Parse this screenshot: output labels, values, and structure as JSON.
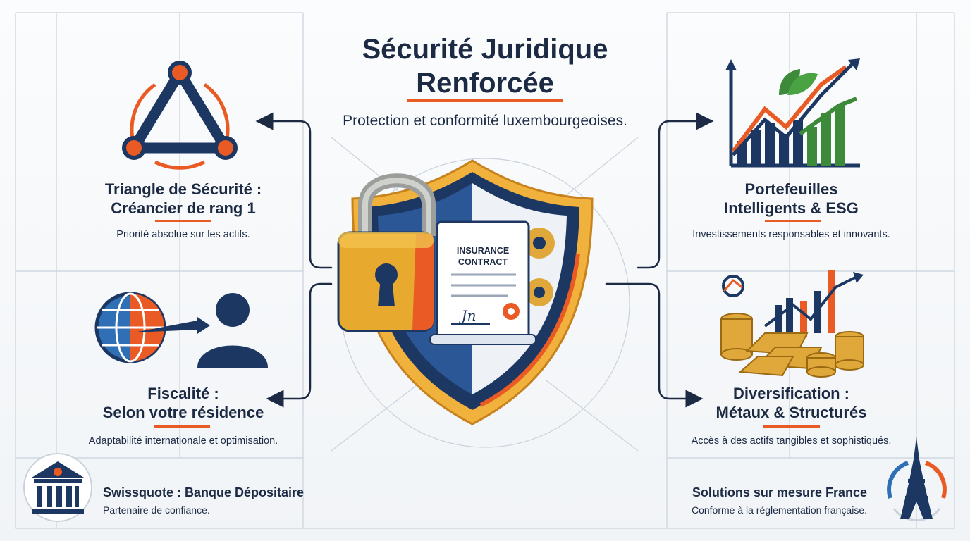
{
  "header": {
    "title_line1": "Sécurité Juridique",
    "title_line2": "Renforcée",
    "subtitle": "Protection et conformité luxembourgeoises."
  },
  "center": {
    "contract_line1": "INSURANCE",
    "contract_line2": "CONTRACT",
    "signature": "Jn"
  },
  "features": {
    "triangle": {
      "title_line1": "Triangle de Sécurité :",
      "title_line2": "Créancier de rang 1",
      "description": "Priorité absolue sur les actifs."
    },
    "fiscalite": {
      "title_line1": "Fiscalité :",
      "title_line2": "Selon votre résidence",
      "description": "Adaptabilité internationale et optimisation."
    },
    "portefeuilles": {
      "title_line1": "Portefeuilles",
      "title_line2": "Intelligents & ESG",
      "description": "Investissements responsables et innovants."
    },
    "diversification": {
      "title_line1": "Diversification :",
      "title_line2": "Métaux & Structurés",
      "description": "Accès à des actifs tangibles et sophistiqués."
    }
  },
  "footer": {
    "bank": {
      "title": "Swissquote : Banque Dépositaire",
      "subtitle": "Partenaire de confiance."
    },
    "france": {
      "title": "Solutions sur mesure France",
      "subtitle": "Conforme à la réglementation française."
    }
  },
  "colors": {
    "navy": "#1c2a44",
    "orange": "#ea5a24",
    "gold": "#e0a83a",
    "green": "#3d8b3a",
    "blue": "#2e6fb5"
  }
}
